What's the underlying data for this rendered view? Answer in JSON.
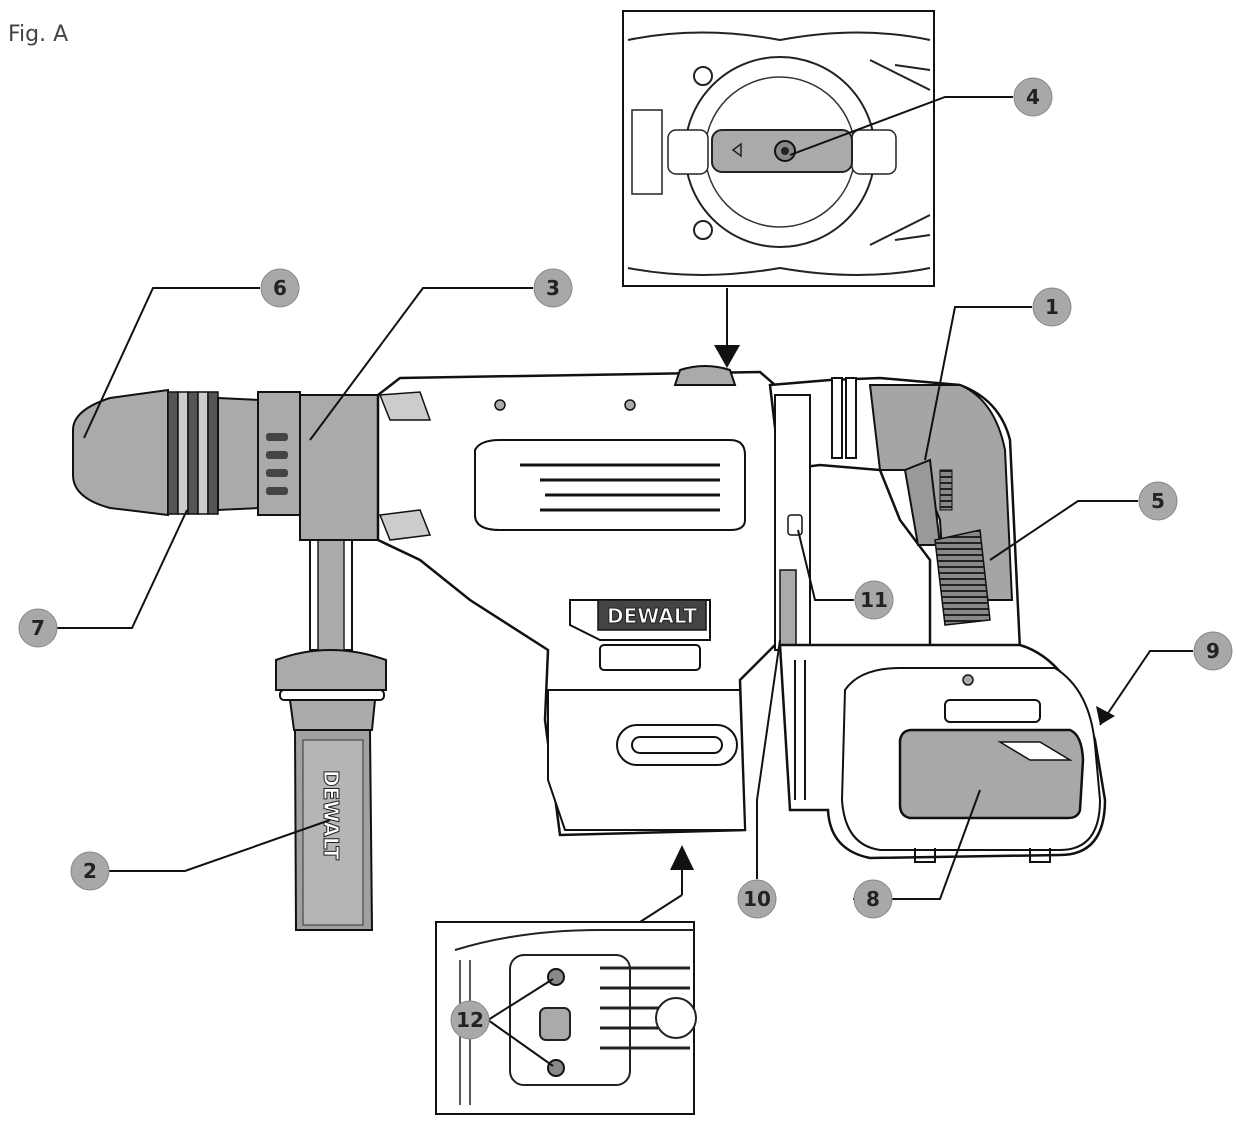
{
  "figure": {
    "label": "Fig. A"
  },
  "brand": "DEWALT",
  "callouts": [
    "1",
    "2",
    "3",
    "4",
    "5",
    "6",
    "7",
    "8",
    "9",
    "10",
    "11",
    "12"
  ],
  "colors": {
    "callout_fill": "#a8a8a8",
    "line": "#1a1a1a",
    "body_fill": "#ffffff",
    "grip_fill": "#9a9a9a"
  }
}
